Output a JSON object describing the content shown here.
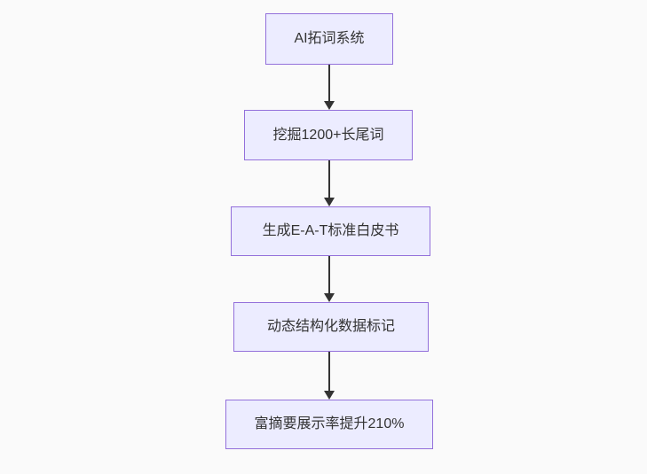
{
  "diagram": {
    "type": "flowchart",
    "direction": "top-down",
    "colors": {
      "background": "#fafafa",
      "node_fill": "#ECECFF",
      "node_border": "#9370DB",
      "node_text": "#333333",
      "arrow": "#333333"
    },
    "nodes": [
      {
        "id": "n1",
        "label": "AI拓词系统"
      },
      {
        "id": "n2",
        "label": "挖掘1200+长尾词"
      },
      {
        "id": "n3",
        "label": "生成E-A-T标准白皮书"
      },
      {
        "id": "n4",
        "label": "动态结构化数据标记"
      },
      {
        "id": "n5",
        "label": "富摘要展示率提升210%"
      }
    ],
    "edges": [
      {
        "from": "n1",
        "to": "n2"
      },
      {
        "from": "n2",
        "to": "n3"
      },
      {
        "from": "n3",
        "to": "n4"
      },
      {
        "from": "n4",
        "to": "n5"
      }
    ]
  }
}
